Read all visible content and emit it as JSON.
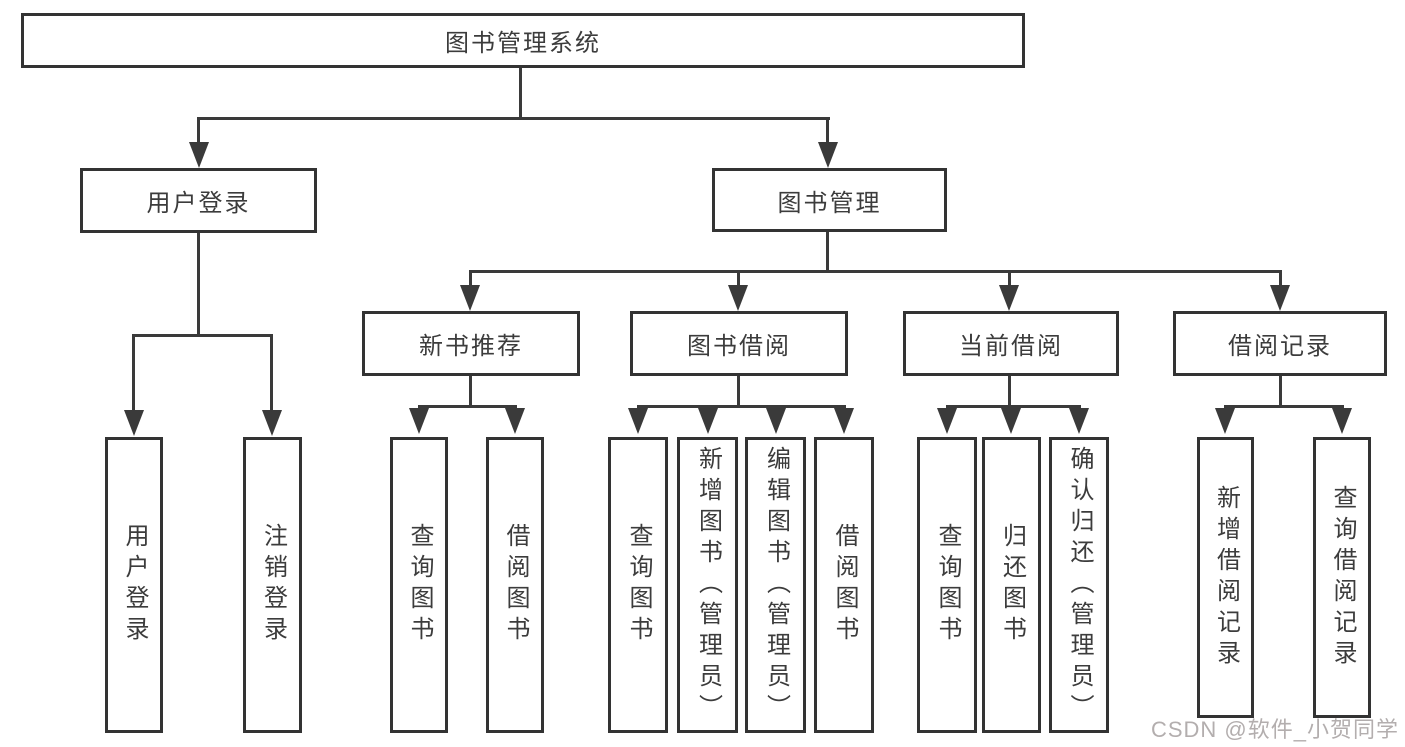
{
  "diagram": {
    "title": "图书管理系统",
    "level2": {
      "user_login": "用户登录",
      "book_mgmt": "图书管理"
    },
    "level3": {
      "new_book": "新书推荐",
      "borrow": "图书借阅",
      "current": "当前借阅",
      "records": "借阅记录"
    },
    "leaves": {
      "user_login_login": "用户登录",
      "user_login_logout": "注销登录",
      "new_book_query": "查询图书",
      "new_book_borrow": "借阅图书",
      "borrow_query": "查询图书",
      "borrow_add": "新增图书（管理员）",
      "borrow_edit": "编辑图书（管理员）",
      "borrow_borrow": "借阅图书",
      "current_query": "查询图书",
      "current_return": "归还图书",
      "current_confirm": "确认归还（管理员）",
      "records_add": "新增借阅记录",
      "records_query": "查询借阅记录"
    }
  },
  "watermark": "CSDN @软件_小贺同学",
  "colors": {
    "line": "#3a3a3a",
    "border": "#333333",
    "text": "#3c3c3c",
    "watermark_text": "#b3aeae",
    "background": "#ffffff"
  }
}
